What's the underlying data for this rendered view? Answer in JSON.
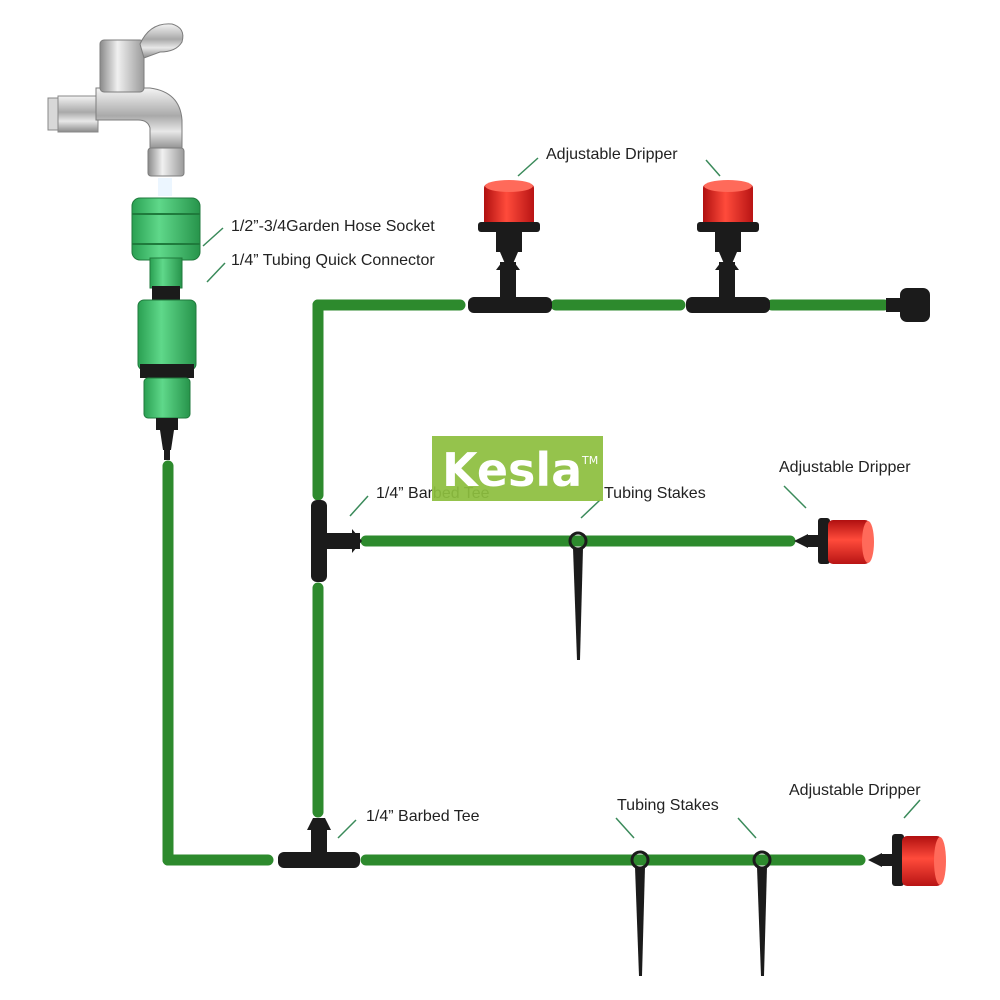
{
  "labels": {
    "hose_socket": "1/2”-3/4Garden Hose Socket",
    "quick_connector": "1/4” Tubing Quick Connector",
    "dripper_top": "Adjustable Dripper",
    "dripper_mid": "Adjustable Dripper",
    "dripper_bottom": "Adjustable Dripper",
    "tee_mid": "1/4” Barbed Tee",
    "tee_bottom": "1/4” Barbed Tee",
    "stakes_mid": "Tubing Stakes",
    "stakes_bottom": "Tubing Stakes"
  },
  "brand": {
    "name": "Kesla",
    "trademark": "TM"
  },
  "colors": {
    "tube": "#2d8a2d",
    "dripper_red": "#e02222",
    "fitting_black": "#1b1b1b",
    "connector_green": "#3fbf6a",
    "brand_green": "#8dbf3f"
  },
  "icons": [
    "faucet-icon",
    "hose-socket-icon",
    "quick-connector-icon",
    "barbed-tee-icon",
    "dripper-icon",
    "tubing-stake-icon",
    "end-plug-icon"
  ]
}
